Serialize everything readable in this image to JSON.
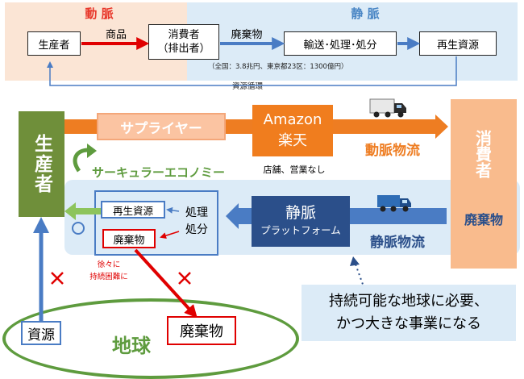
{
  "top": {
    "arterial_title": "動 脈",
    "venous_title": "静 脈",
    "producer": "生産者",
    "goods": "商品",
    "consumer_line1": "消費者",
    "consumer_line2": "（排出者）",
    "waste_label": "廃棄物",
    "transport": "輸送･処理･処分",
    "recycled": "再生資源",
    "market_note": "（全国：3.8兆円、東京都23区：1300億円）",
    "cycle_label": "資源循環"
  },
  "main": {
    "producer": "生産者",
    "supplier": "サプライヤー",
    "amazon_line1": "Amazon",
    "amazon_line2": "楽天",
    "shop_note": "店舗、営業なし",
    "arterial_flow": "動脈物流",
    "consumer": "消費者",
    "waste": "廃棄物",
    "circular": "サーキュラーエコノミー",
    "recycled": "再生資源",
    "processing_line1": "処理",
    "processing_line2": "処分",
    "waste_inner": "廃棄物",
    "venous_line1": "静脈",
    "venous_line2": "プラットフォーム",
    "venous_flow": "静脈物流",
    "gradually_line1": "徐々に",
    "gradually_line2": "持続困難に",
    "resources": "資源",
    "earth": "地球",
    "earth_waste": "廃棄物",
    "callout_line1": "持続可能な地球に必要、",
    "callout_line2": "かつ大きな事業になる"
  },
  "colors": {
    "arterial_orange": "#ee7d22",
    "amazon_orange": "#f07d1e",
    "venous_navy": "#2b4f8a",
    "producer_green": "#6f8f3a",
    "consumer_peach": "#f9bb8d",
    "earth_green": "#5e9b3e",
    "alert_red": "#e00000",
    "title_red": "#e8372a",
    "title_blue": "#4a86c5"
  }
}
